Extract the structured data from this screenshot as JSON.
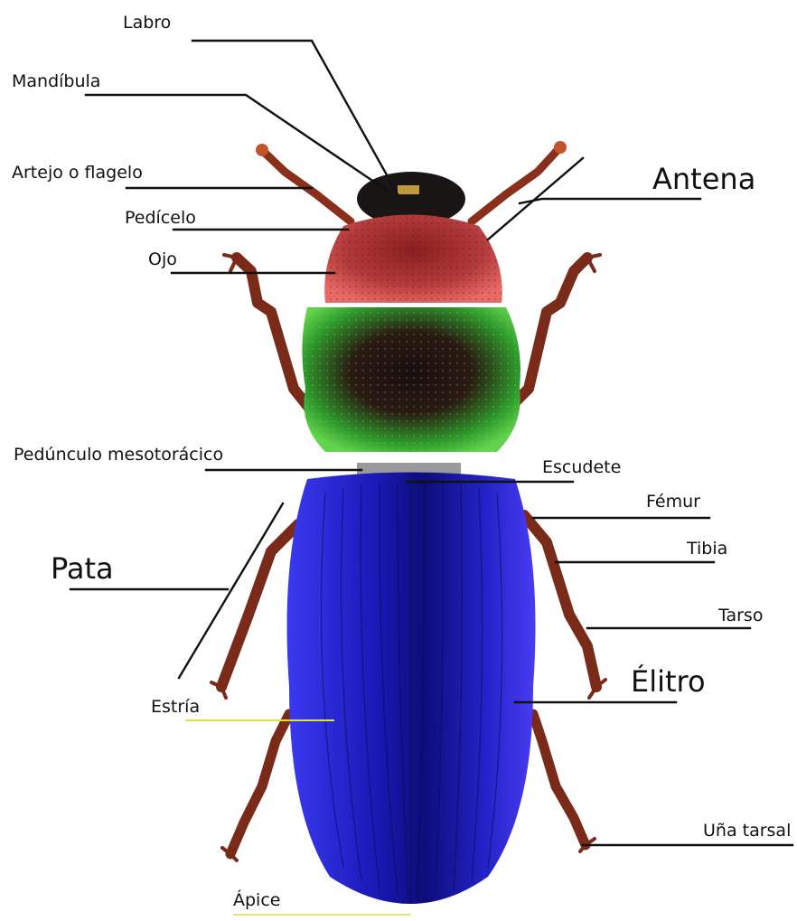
{
  "labels": {
    "labro": "Labro",
    "mandibula": "Mandíbula",
    "artejo": "Artejo o flagelo",
    "pedicelo": "Pedícelo",
    "ojo": "Ojo",
    "antena": "Antena",
    "pedunculo": "Pedúnculo mesotorácico",
    "escudete": "Escudete",
    "femur": "Fémur",
    "tibia": "Tibia",
    "tarso": "Tarso",
    "pata": "Pata",
    "elitro": "Élitro",
    "estria": "Estría",
    "una_tarsal": "Uña tarsal",
    "apice": "Ápice"
  },
  "colors": {
    "pronotum_green": "#3fb83a",
    "head_red": "#d9534f",
    "elytra_blue": "#2a2ad8",
    "legs_brown": "#8a2f1c",
    "estria_line": "#e0e040"
  }
}
